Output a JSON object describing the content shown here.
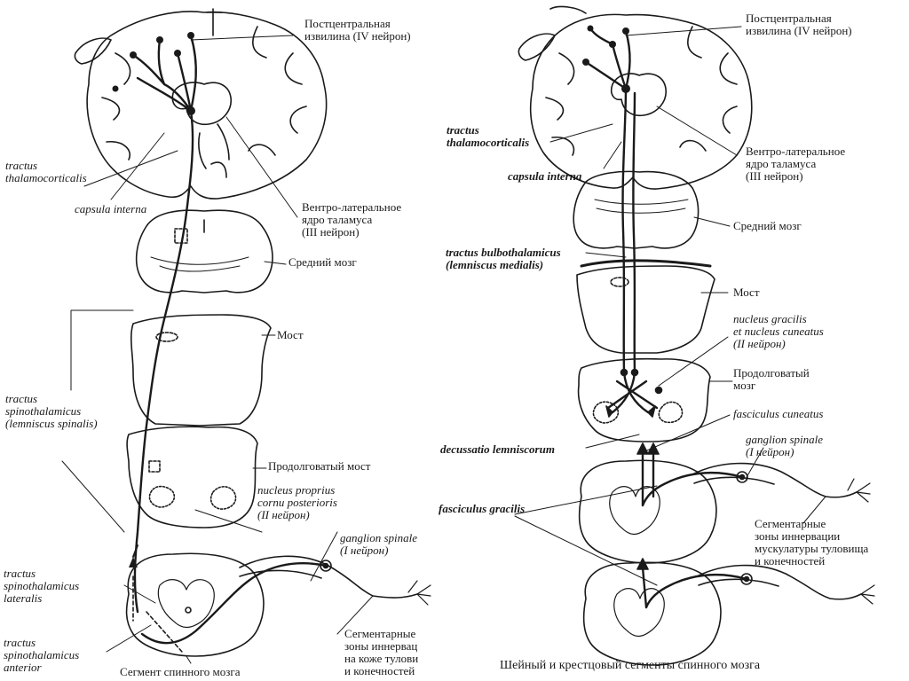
{
  "left_panel": {
    "postcentral": "Постцентральная\nизвилина (IV нейрон)",
    "tract_thalamocorticalis": "tractus\nthalamocorticalis",
    "capsula_interna": "capsula interna",
    "thalamus_nucleus": "Вентро-латеральное\nядро таламуса\n(III нейрон)",
    "midbrain": "Средний мозг",
    "pons": "Мост",
    "tract_spinothalamicus": "tractus\nspinothalamicus\n(lemniscus spinalis)",
    "medulla": "Продолговатый мост",
    "nucleus_proprius": "nucleus proprius\ncornu posterioris\n(II нейрон)",
    "ganglion_spinale": "ganglion spinale\n(I нейрон)",
    "tract_lateralis": "tractus\nspinothalamicus\nlateralis",
    "tract_anterior": "tractus\nspinothalamicus\nanterior",
    "segmental_zones": "Сегментарные\nзоны иннервац\nна коже тулови\nи конечностей",
    "caption": "Сегмент спинного мозга"
  },
  "right_panel": {
    "postcentral": "Постцентральная\nизвилина (IV нейрон)",
    "tract_thalamocorticalis": "tractus\nthalamocorticalis",
    "capsula_interna": "capsula interna",
    "thalamus_nucleus": "Вентро-латеральное\nядро таламуса\n(III нейрон)",
    "midbrain": "Средний мозг",
    "tract_bulbothalamicus": "tractus bulbothalamicus\n(lemniscus medialis)",
    "pons": "Мост",
    "nuclei_gracilis": "nucleus gracilis\net nucleus cuneatus\n(II нейрон)",
    "medulla": "Продолговатый\nмозг",
    "fasciculus_cuneatus": "fasciculus cuneatus",
    "decussatio": "decussatio lemniscorum",
    "ganglion_spinale": "ganglion spinale\n(I нейрон)",
    "fasciculus_gracilis": "fasciculus gracilis",
    "segmental_zones": "Сегментарные\nзоны иннервации\nмускулатуры туловища\nи конечностей",
    "caption": "Шейный и крестцовый сегменты спинного мозга"
  },
  "colors": {
    "line": "#1a1a1a",
    "tract": "#333333",
    "paper": "#ffffff"
  }
}
